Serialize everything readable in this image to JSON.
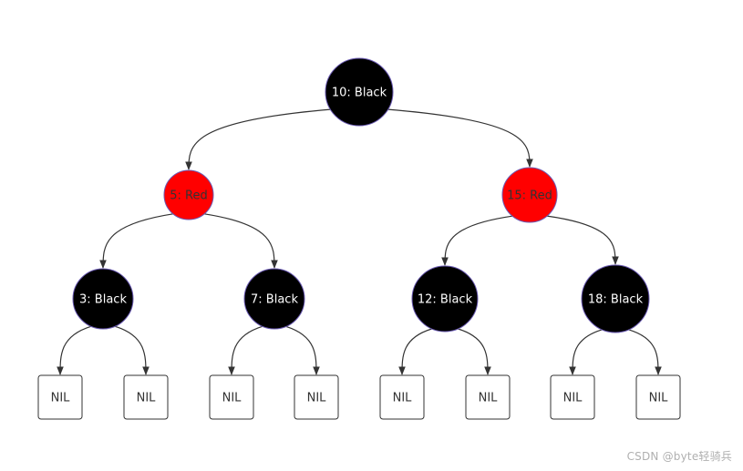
{
  "diagram": {
    "type": "red-black-tree",
    "colors": {
      "black_fill": "#000000",
      "red_fill": "#ff0000",
      "node_stroke": "#6b5bb3",
      "nil_fill": "#ffffff",
      "nil_stroke": "#333333",
      "edge": "#333333",
      "black_text": "#ffffff",
      "red_text": "#333333",
      "nil_text": "#333333"
    },
    "nodes": [
      {
        "id": "n10",
        "label": "10: Black",
        "color": "black"
      },
      {
        "id": "n5",
        "label": "5: Red",
        "color": "red",
        "parent": "n10"
      },
      {
        "id": "n15",
        "label": "15: Red",
        "color": "red",
        "parent": "n10"
      },
      {
        "id": "n3",
        "label": "3: Black",
        "color": "black",
        "parent": "n5"
      },
      {
        "id": "n7",
        "label": "7: Black",
        "color": "black",
        "parent": "n5"
      },
      {
        "id": "n12",
        "label": "12: Black",
        "color": "black",
        "parent": "n15"
      },
      {
        "id": "n18",
        "label": "18: Black",
        "color": "black",
        "parent": "n15"
      },
      {
        "id": "nil1",
        "label": "NIL",
        "color": "nil",
        "parent": "n3"
      },
      {
        "id": "nil2",
        "label": "NIL",
        "color": "nil",
        "parent": "n3"
      },
      {
        "id": "nil3",
        "label": "NIL",
        "color": "nil",
        "parent": "n7"
      },
      {
        "id": "nil4",
        "label": "NIL",
        "color": "nil",
        "parent": "n7"
      },
      {
        "id": "nil5",
        "label": "NIL",
        "color": "nil",
        "parent": "n12"
      },
      {
        "id": "nil6",
        "label": "NIL",
        "color": "nil",
        "parent": "n12"
      },
      {
        "id": "nil7",
        "label": "NIL",
        "color": "nil",
        "parent": "n18"
      },
      {
        "id": "nil8",
        "label": "NIL",
        "color": "nil",
        "parent": "n18"
      }
    ]
  },
  "watermark": "CSDN @byte轻骑兵"
}
